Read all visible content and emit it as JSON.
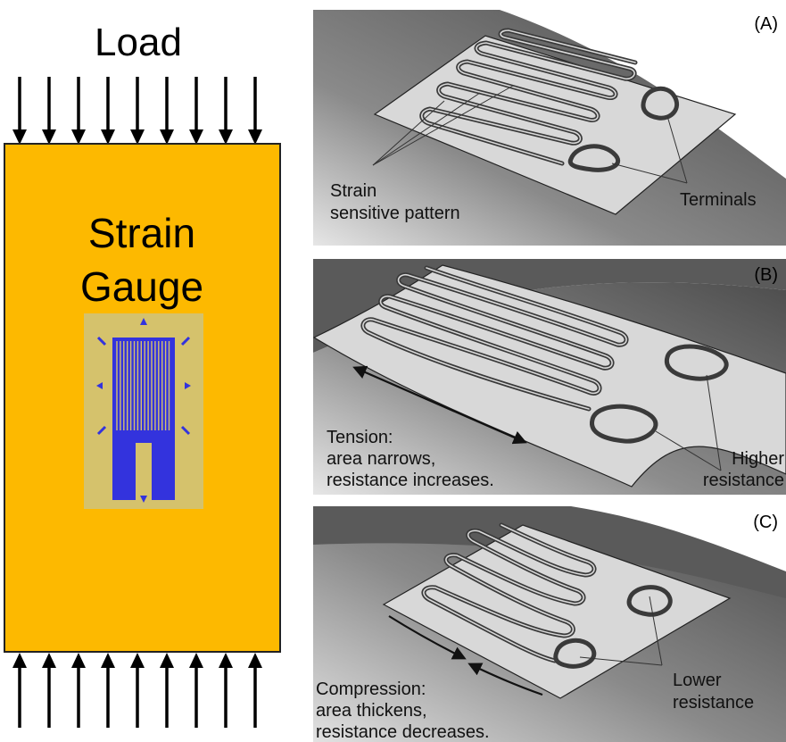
{
  "left": {
    "load_label": "Load",
    "title_line1": "Strain",
    "title_line2": "Gauge",
    "block_color": "#fdb900",
    "gauge_backing_color": "#d5c26c",
    "gauge_color": "#3333dd"
  },
  "panels": [
    {
      "tag": "(A)",
      "label_left_lines": [
        "Strain",
        "sensitive pattern"
      ],
      "label_right_lines": [
        "Terminals"
      ]
    },
    {
      "tag": "(B)",
      "label_left_lines": [
        "Tension:",
        "area narrows,",
        "resistance increases."
      ],
      "label_right_lines": [
        "Higher",
        "resistance"
      ]
    },
    {
      "tag": "(C)",
      "label_left_lines": [
        "Compression:",
        "area thickens,",
        "resistance decreases."
      ],
      "label_right_lines": [
        "Lower",
        "resistance"
      ]
    }
  ],
  "colors": {
    "panel_dark": "#5a5a5a",
    "panel_light": "#c8c8c8",
    "film": "#d9d9d9",
    "trace": "#3a3a3a"
  }
}
